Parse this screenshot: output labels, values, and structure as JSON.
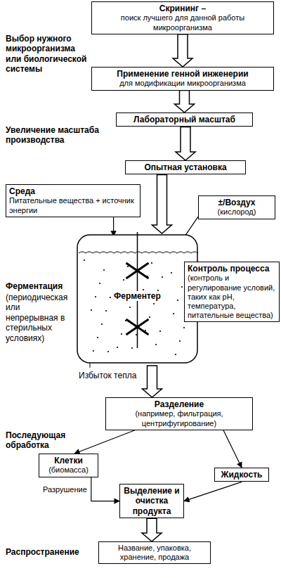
{
  "diagram": {
    "nodes": [
      {
        "text": [
          "Скрининг –",
          "поиск лучшего для данной работы микроорганизма"
        ]
      },
      {
        "text": [
          "Применение генной инженерии",
          "для модификации микроорганизма"
        ]
      },
      {
        "text": [
          "Лабораторный масштаб"
        ]
      },
      {
        "text": [
          "Опытная установка"
        ]
      },
      {
        "text": [
          "Среда",
          "Питательные вещества + источник энергии"
        ]
      },
      {
        "text": [
          "±/Воздух",
          "(кислород)"
        ]
      },
      {
        "text": [
          "Ферментер"
        ]
      },
      {
        "text": [
          "Контроль процесса",
          "(контроль и регулирование условий, таких как pH, температура, питательные вещества)"
        ]
      },
      {
        "text": [
          "Разделение",
          "(например, фильтрация, центрифугирование)"
        ]
      },
      {
        "text": [
          "Клетки",
          "(биомасса)"
        ]
      },
      {
        "text": [
          "Жидкость"
        ]
      },
      {
        "text": [
          "Выделение и очистка продукта"
        ]
      },
      {
        "text": [
          "Название, упаковка, хранение, продажа"
        ]
      }
    ],
    "edges": [
      {
        "from": 0,
        "to": 1,
        "arrow": "to"
      },
      {
        "from": 1,
        "to": 2,
        "arrow": "to"
      },
      {
        "from": 2,
        "to": 3,
        "arrow": "to"
      },
      {
        "from": 3,
        "to": 6,
        "arrow": "to"
      },
      {
        "from": 4,
        "to": 6,
        "arrow": "to"
      },
      {
        "from": 5,
        "to": 6,
        "arrow": "to"
      },
      {
        "from": 6,
        "to": 8,
        "arrow": "to"
      },
      {
        "from": 8,
        "to": 9,
        "arrow": "to"
      },
      {
        "from": 8,
        "to": 10,
        "arrow": "to"
      },
      {
        "from": 9,
        "to": 11,
        "label": "Разрушение",
        "arrow": "to"
      },
      {
        "from": 10,
        "to": 11,
        "arrow": "to"
      },
      {
        "from": 11,
        "to": 12,
        "arrow": "to"
      }
    ],
    "labels": [
      "Выбор нужного микроорганизма или биологической системы",
      "Увеличение масштаба производства",
      "Ферментация",
      "(периодическая или непрерывная в стерильных условиях)",
      "Избыток тепла",
      "Последующая обработка",
      "Распространение"
    ]
  }
}
